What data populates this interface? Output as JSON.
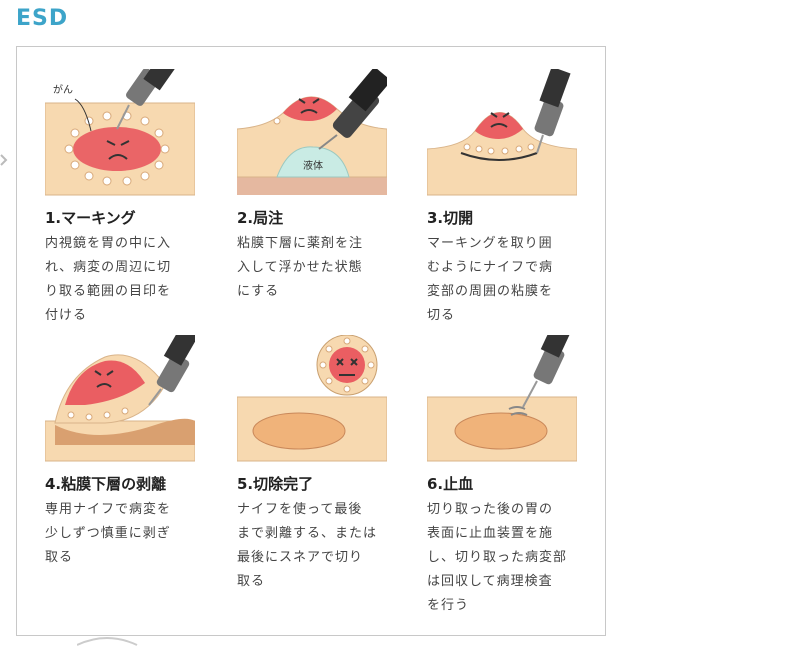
{
  "page": {
    "title": "ESD"
  },
  "steps": [
    {
      "title": "1.マーキング",
      "desc": [
        "内視鏡を胃の中に入",
        "れ、病変の周辺に切",
        "り取る範囲の目印を",
        "付ける"
      ],
      "illustration": "marking-diagram",
      "label": "がん"
    },
    {
      "title": "2.局注",
      "desc": [
        "粘膜下層に薬剤を注",
        "入して浮かせた状態",
        "にする"
      ],
      "illustration": "injection-diagram",
      "label": "液体"
    },
    {
      "title": "3.切開",
      "desc": [
        "マーキングを取り囲",
        "むようにナイフで病",
        "変部の周囲の粘膜を",
        "切る"
      ],
      "illustration": "incision-diagram"
    },
    {
      "title": "4.粘膜下層の剥離",
      "desc": [
        "専用ナイフで病変を",
        "少しずつ慎重に剥ぎ",
        "取る"
      ],
      "illustration": "dissection-diagram"
    },
    {
      "title": "5.切除完了",
      "desc": [
        "ナイフを使って最後",
        "まで剥離する、または",
        "最後にスネアで切り",
        "取る"
      ],
      "illustration": "resection-complete-diagram"
    },
    {
      "title": "6.止血",
      "desc": [
        "切り取った後の胃の",
        "表面に止血装置を施",
        "し、切り取った病変部",
        "は回収して病理検査",
        "を行う"
      ],
      "illustration": "hemostasis-diagram"
    }
  ],
  "colors": {
    "title_accent": "#3da4c9",
    "tissue": "#f7d9b0",
    "lesion": "#e8505a",
    "fluid": "#c9ebe4",
    "wound": "#f0b37a"
  }
}
